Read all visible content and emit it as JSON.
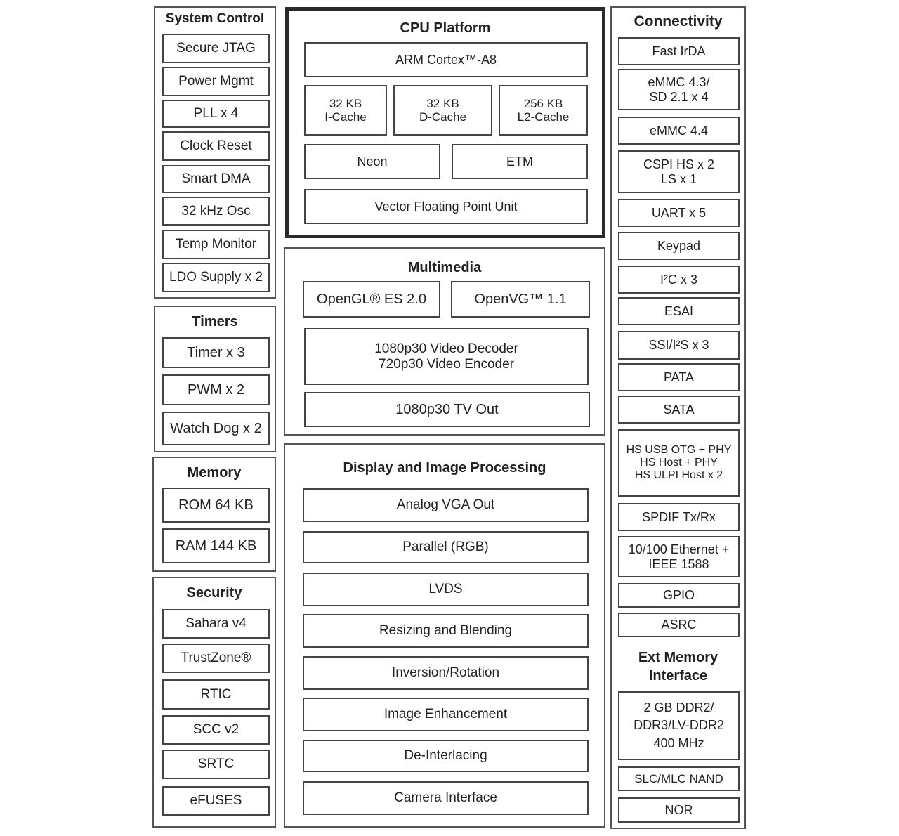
{
  "system_control": {
    "title": "System Control",
    "items": [
      "Secure JTAG",
      "Power Mgmt",
      "PLL x 4",
      "Clock Reset",
      "Smart DMA",
      "32 kHz Osc",
      "Temp Monitor",
      "LDO Supply x 2"
    ]
  },
  "timers": {
    "title": "Timers",
    "items": [
      "Timer x 3",
      "PWM x 2",
      "Watch Dog x 2"
    ]
  },
  "memory": {
    "title": "Memory",
    "items": [
      "ROM 64 KB",
      "RAM 144 KB"
    ]
  },
  "security": {
    "title": "Security",
    "items": [
      "Sahara v4",
      "TrustZone®",
      "RTIC",
      "SCC v2",
      "SRTC",
      "eFUSES"
    ]
  },
  "cpu_platform": {
    "title": "CPU Platform",
    "core": "ARM Cortex™-A8",
    "icache": "32 KB\nI-Cache",
    "dcache": "32 KB\nD-Cache",
    "l2cache": "256 KB\nL2-Cache",
    "neon": "Neon",
    "etm": "ETM",
    "vfp": "Vector Floating Point Unit"
  },
  "multimedia": {
    "title": "Multimedia",
    "opengl": "OpenGL® ES 2.0",
    "openvg": "OpenVG™ 1.1",
    "video": "1080p30 Video Decoder\n720p30 Video Encoder",
    "tvout": "1080p30 TV Out"
  },
  "display": {
    "title": "Display and Image Processing",
    "items": [
      "Analog VGA Out",
      "Parallel (RGB)",
      "LVDS",
      "Resizing and Blending",
      "Inversion/Rotation",
      "Image Enhancement",
      "De-Interlacing",
      "Camera Interface"
    ]
  },
  "connectivity": {
    "title": "Connectivity",
    "items": [
      "Fast IrDA",
      "eMMC 4.3/\nSD 2.1 x 4",
      "eMMC 4.4",
      "CSPI HS x 2\nLS x 1",
      "UART x 5",
      "Keypad",
      "I²C x 3",
      "ESAI",
      "SSI/I²S x 3",
      "PATA",
      "SATA",
      "HS USB OTG + PHY\nHS Host + PHY\nHS ULPI Host x 2",
      "SPDIF Tx/Rx",
      "10/100 Ethernet +\nIEEE 1588",
      "GPIO",
      "ASRC"
    ]
  },
  "ext_memory": {
    "title": "Ext Memory\nInterface",
    "items": [
      "2 GB DDR2/\nDDR3/LV-DDR2\n400 MHz",
      "SLC/MLC NAND",
      "NOR"
    ]
  }
}
